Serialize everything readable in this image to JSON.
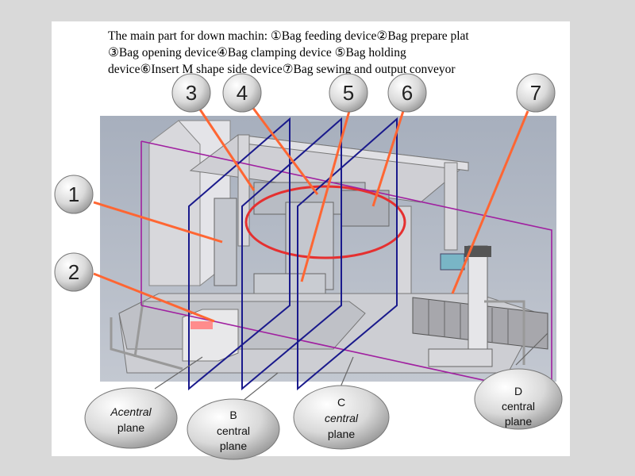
{
  "caption": {
    "line1": "The main part for down machin: ①Bag feeding device②Bag prepare plat",
    "line2": "③Bag opening device④Bag clamping device ⑤Bag holding",
    "line3": "device⑥Insert M shape side device⑦Bag sewing and output conveyor"
  },
  "callouts": [
    "1",
    "2",
    "3",
    "4",
    "5",
    "6",
    "7"
  ],
  "planes": {
    "a": {
      "line1": "Acentral",
      "line2": "plane"
    },
    "b": {
      "line1": "B",
      "line2": "central",
      "line3": "plane"
    },
    "c": {
      "line1": "C",
      "line2": "central",
      "line3": "plane"
    },
    "d": {
      "line1": "D",
      "line2": "central",
      "line3": "plane"
    }
  },
  "colors": {
    "plane_outline": "#1a1a8c",
    "section_outline": "#a020a0",
    "leader_line": "#ff6633",
    "machine_frame": "#c8c8cc",
    "background_panel": "#a9b0bd"
  }
}
